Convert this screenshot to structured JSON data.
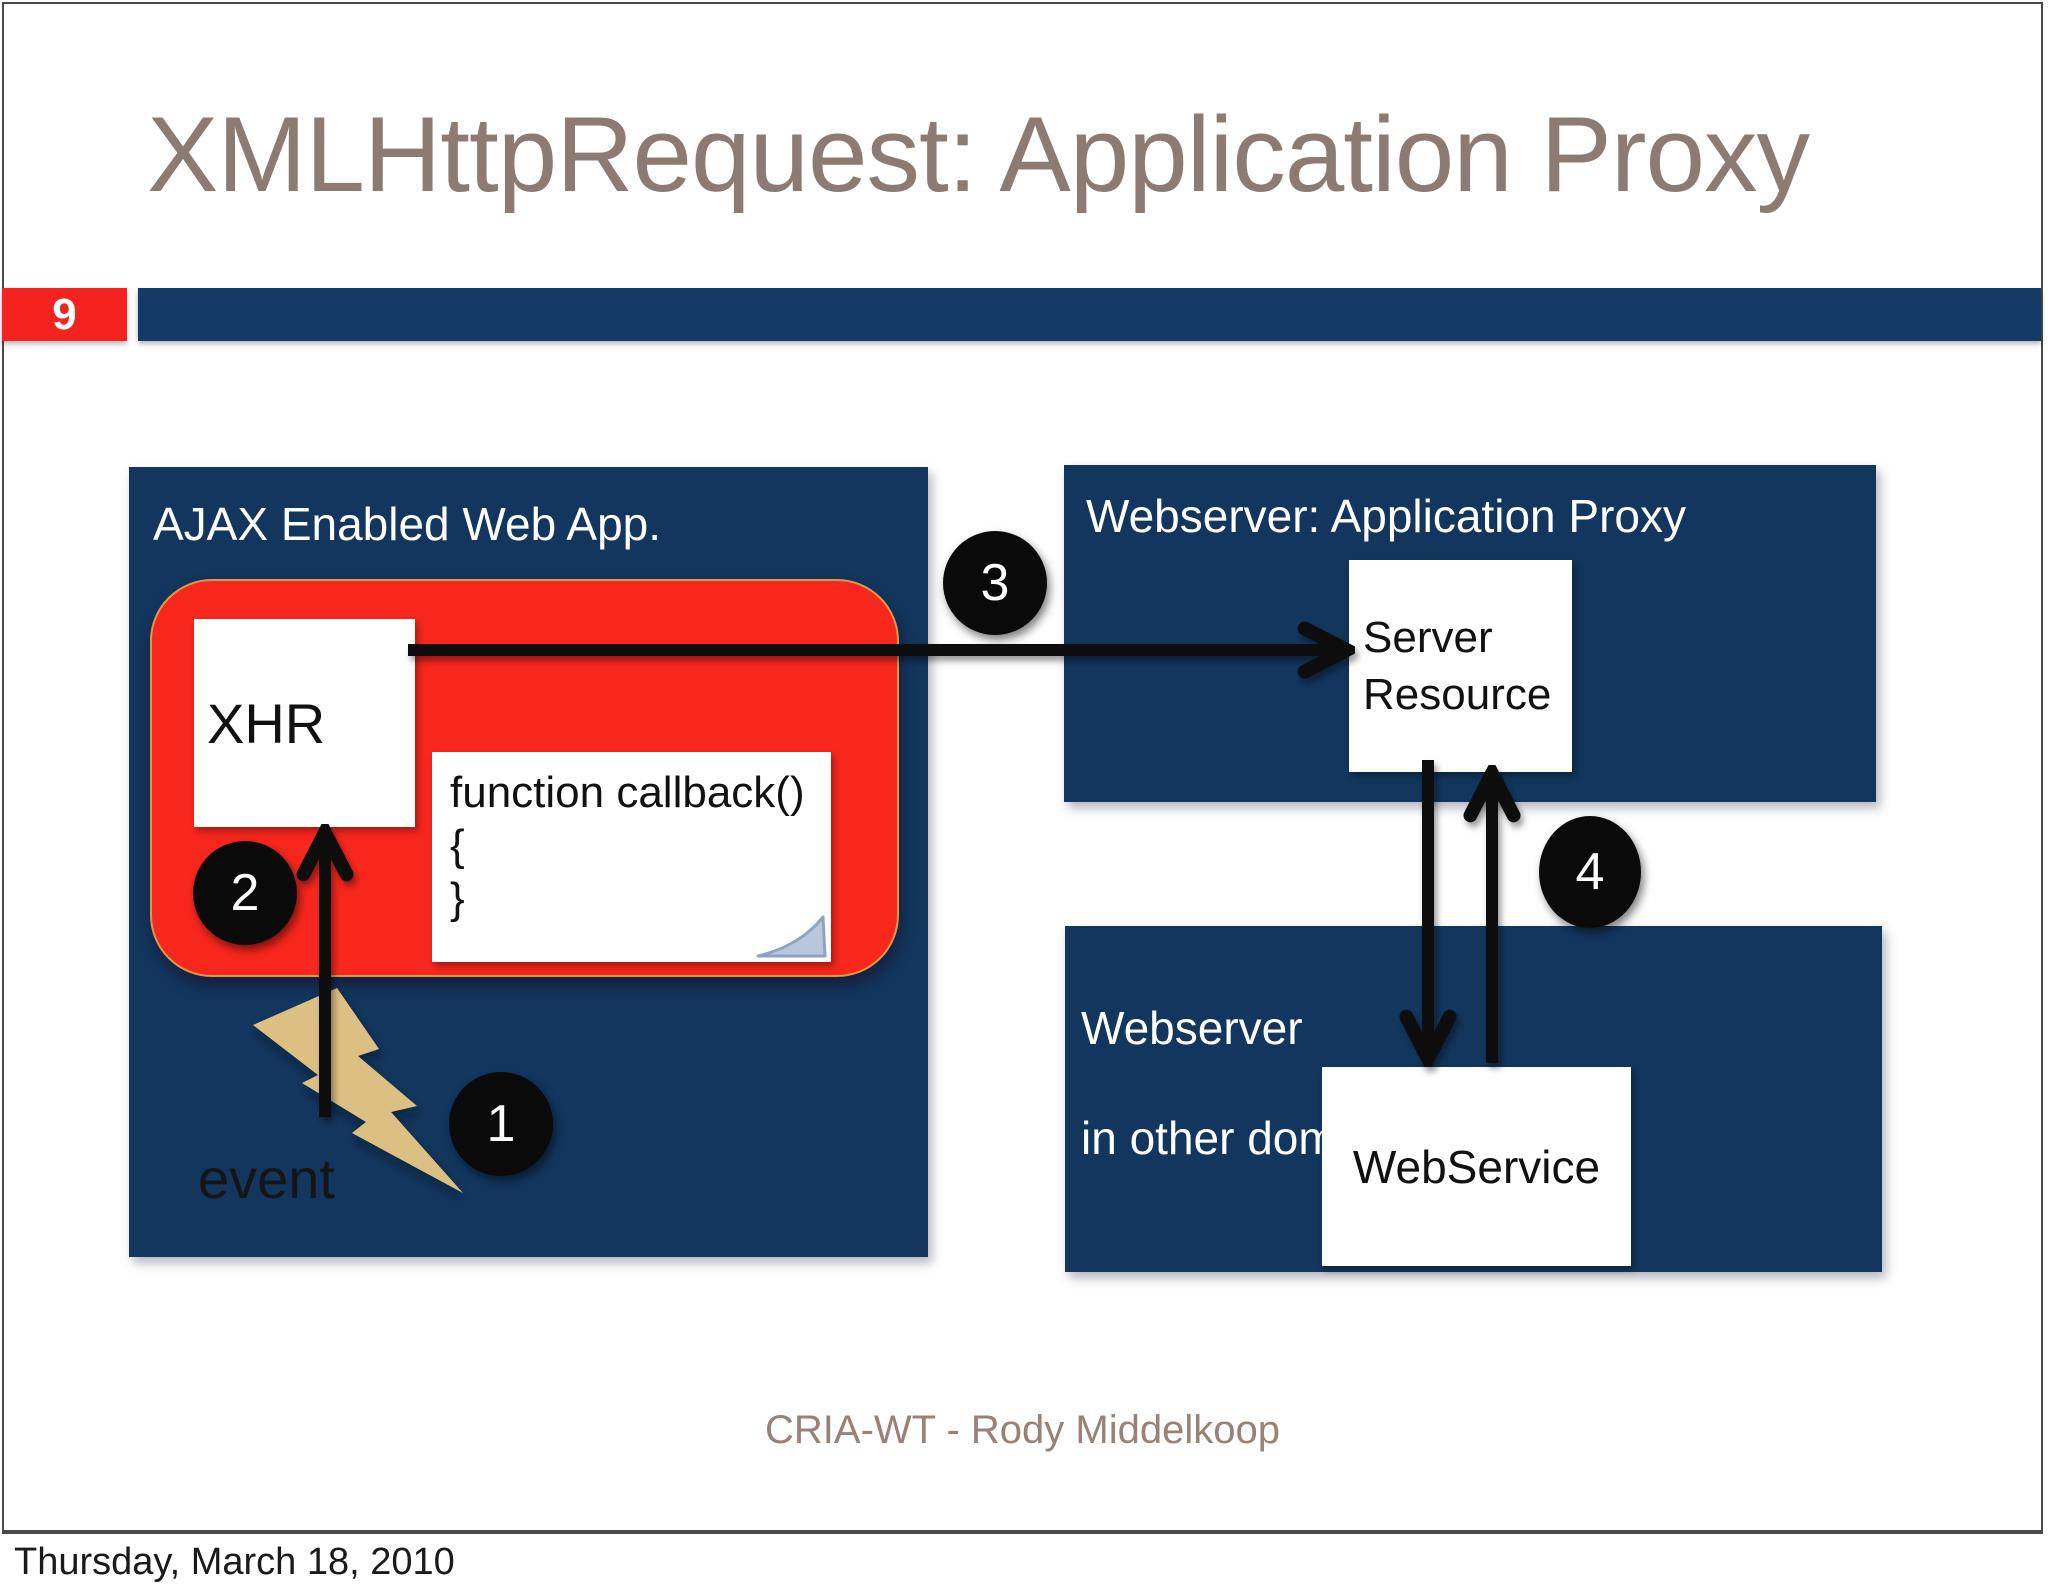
{
  "slide": {
    "title": "XMLHttpRequest: Application Proxy",
    "page_number": "9",
    "footer": "CRIA-WT - Rody Middelkoop",
    "date_line": "Thursday, March 18, 2010"
  },
  "diagram": {
    "ajax_box": {
      "title": "AJAX Enabled Web App.",
      "xhr_label": "XHR",
      "callback_lines": [
        "function callback()",
        "{",
        "}"
      ],
      "event_label": "event"
    },
    "proxy_box": {
      "title": "Webserver: Application Proxy",
      "resource_lines": [
        "Server",
        "Resource"
      ]
    },
    "other_domain_box": {
      "title_lines": [
        "Webserver",
        "in other domain"
      ],
      "service_label": "WebService"
    },
    "step_badges": [
      "1",
      "2",
      "3",
      "4"
    ],
    "colors": {
      "navy": "#12365e",
      "bar_navy": "#143a67",
      "panel_red": "#f8271d",
      "panel_border_orange": "#d99a45",
      "badge_red": "#f4231f",
      "bolt_tan": "#dcc083",
      "title_taupe": "#8d7b71",
      "footer_taupe": "#9a8176",
      "page_curl_blue": "#b9c7dc",
      "arrow_black": "#0a0a0a"
    }
  }
}
